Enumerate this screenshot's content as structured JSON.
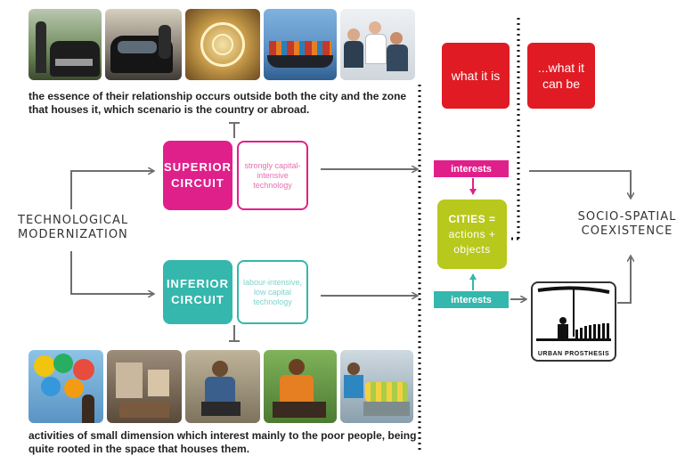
{
  "colors": {
    "superior": "#e0208a",
    "inferior": "#35b7ad",
    "cities": "#b8c81c",
    "red": "#e01b24",
    "arrow": "#6f6f6f"
  },
  "top_caption": "the essence of their relationship occurs outside both the city and the zone that houses it, which scenario is the country or abroad.",
  "bottom_caption": "activities of small dimension which interest mainly to the poor people, being quite rooted in the space that houses them.",
  "left_label": "TECHNOLOGICAL MODERNIZATION",
  "superior": {
    "title_line1": "SUPERIOR",
    "title_line2": "CIRCUIT",
    "detail": "strongly capital-intensive technology"
  },
  "inferior": {
    "title_line1": "INFERIOR",
    "title_line2": "CIRCUIT",
    "detail": "labour-intensive, low capital technology"
  },
  "interests_top": "interests",
  "interests_bottom": "interests",
  "cities": {
    "line1": "CITIES =",
    "line2": "actions +",
    "line3": "objects"
  },
  "what_it_is": "what it is",
  "what_it_can_be": "...what it can be",
  "right_label": "SOCIO-SPATIAL COEXISTENCE",
  "prosthesis_label": "URBAN PROSTHESIS"
}
